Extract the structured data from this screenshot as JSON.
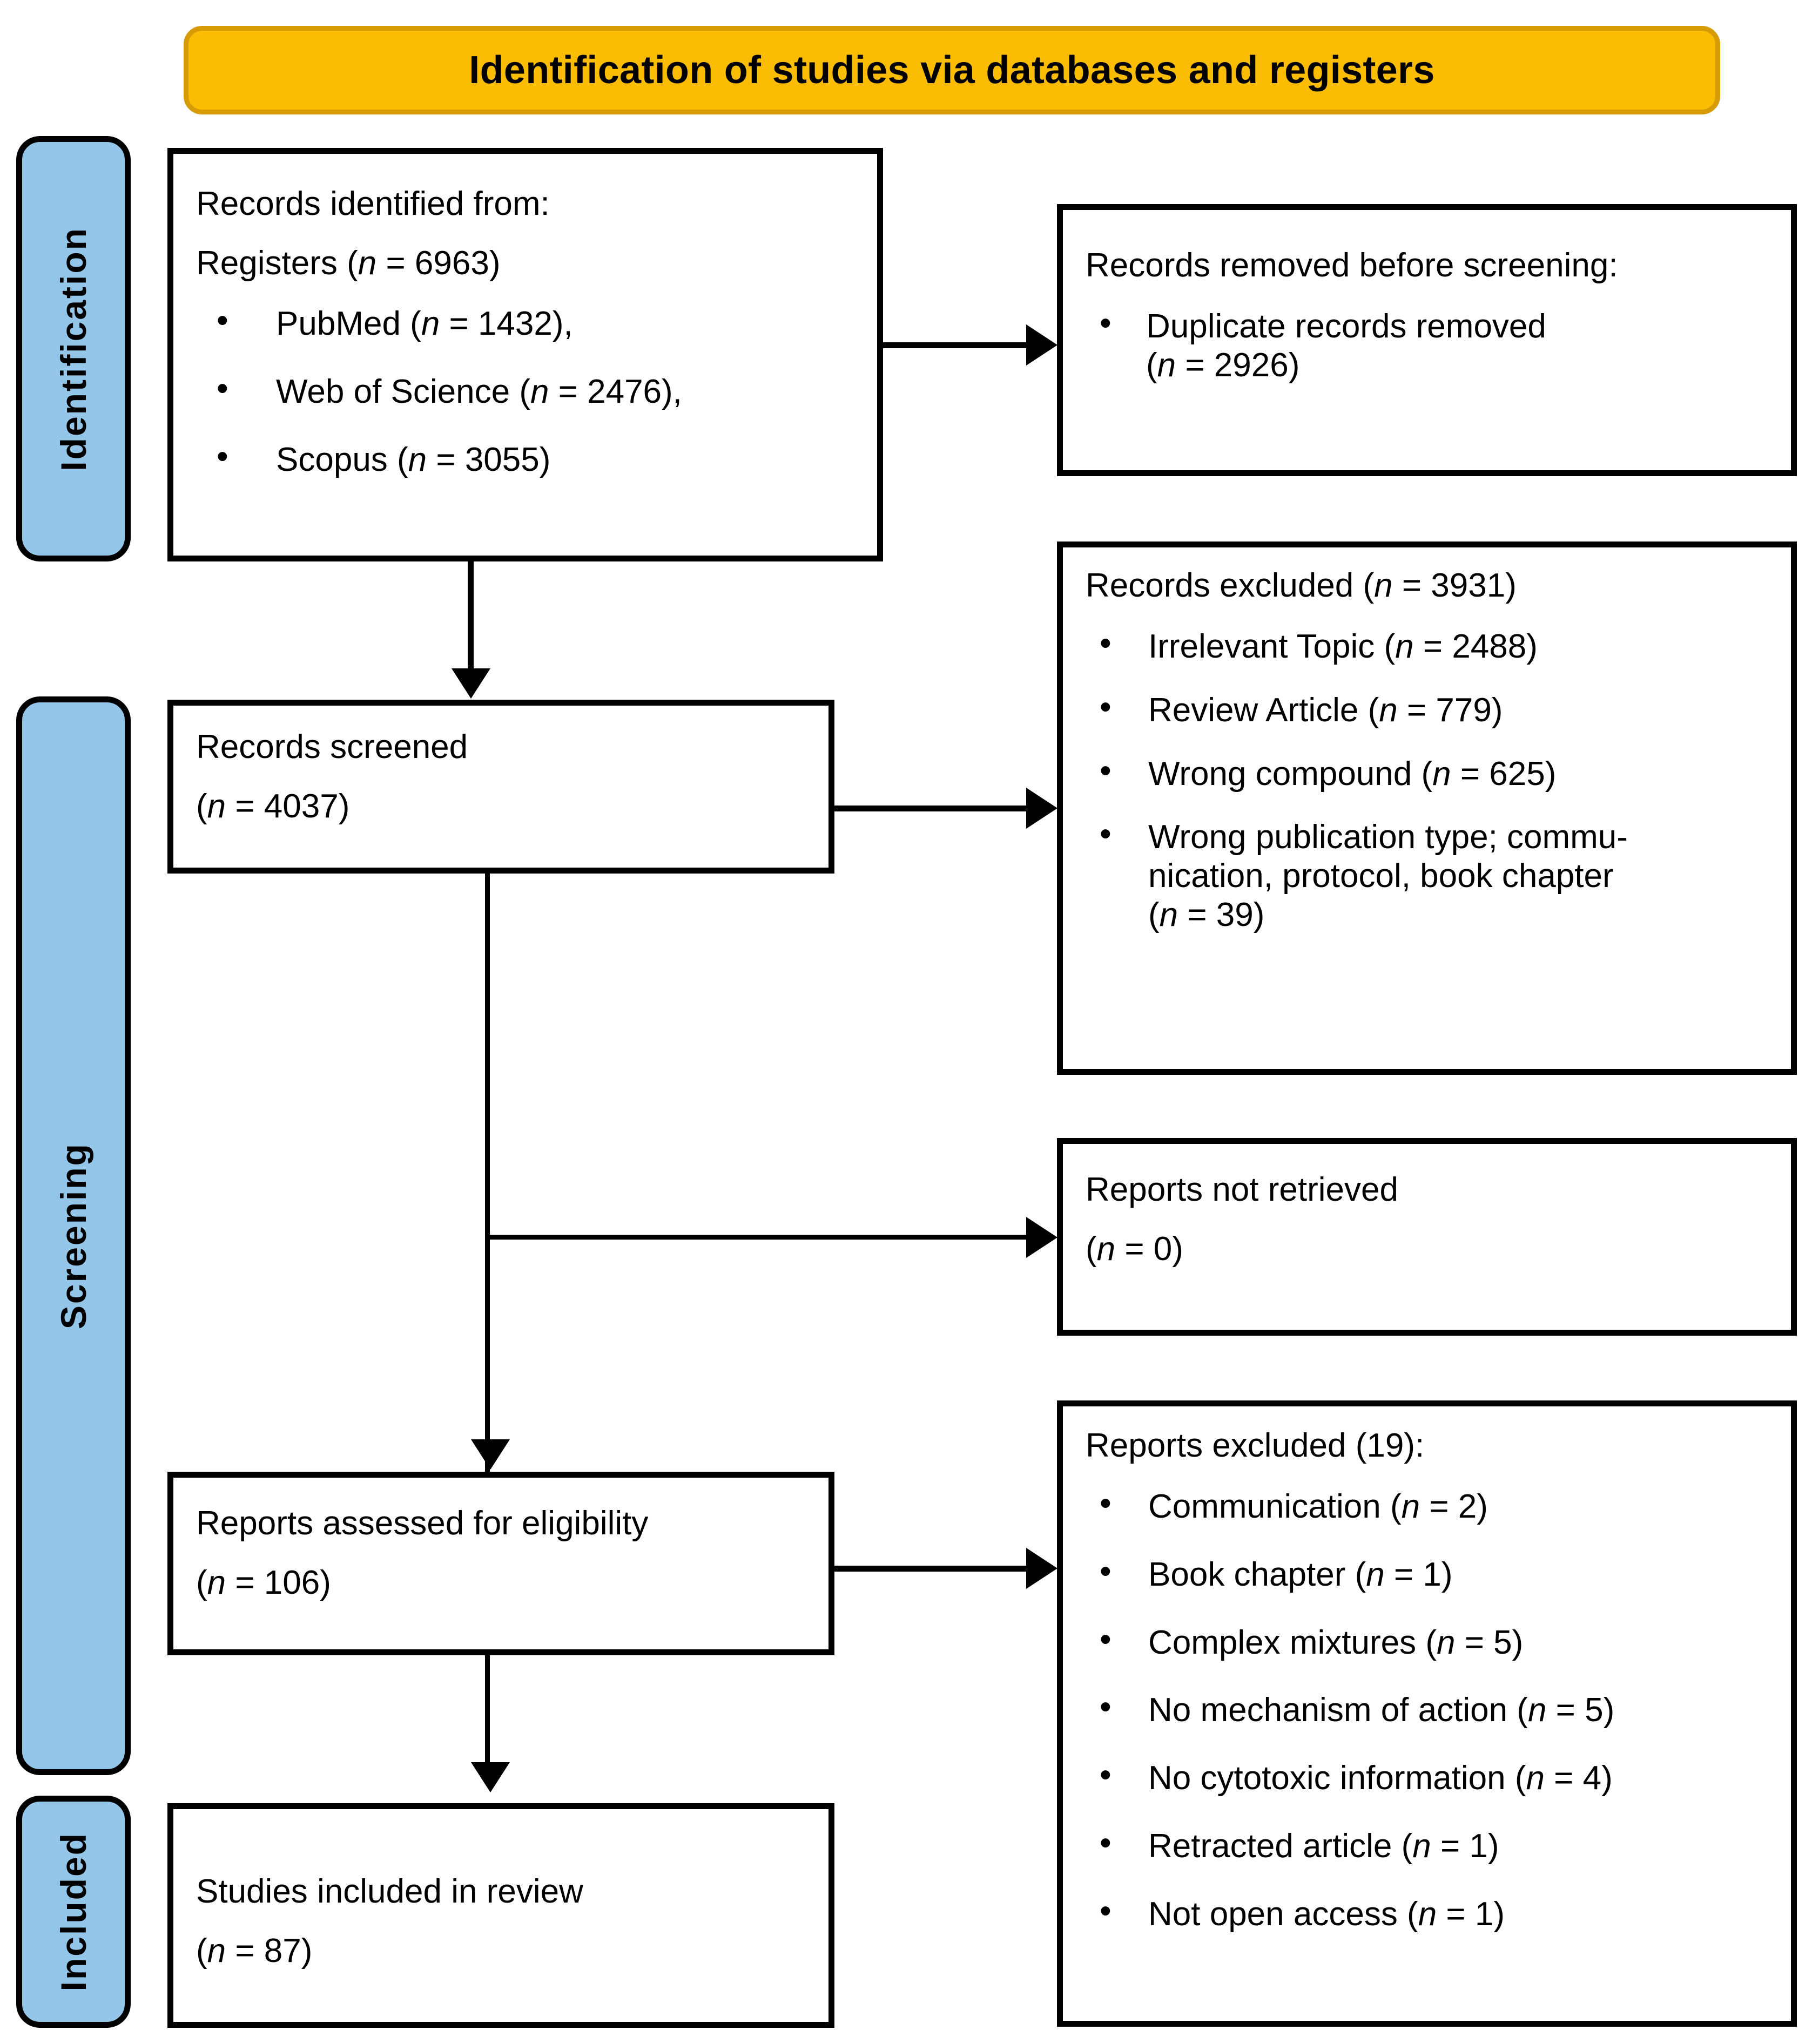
{
  "header": {
    "title": "Identification of studies via databases and registers"
  },
  "phases": [
    {
      "key": "identification",
      "label": "Identification"
    },
    {
      "key": "screening",
      "label": "Screening"
    },
    {
      "key": "included",
      "label": "Included"
    }
  ],
  "boxes": {
    "identified": {
      "line1": "Records identified from:",
      "line2_pre": "Registers (",
      "line2_n": "n",
      "line2_post": " = 6963)",
      "items": [
        {
          "label": "PubMed (",
          "n": "n",
          "value": " = 1432),"
        },
        {
          "label": "Web of Science (",
          "n": "n",
          "value": " = 2476),"
        },
        {
          "label": "Scopus (",
          "n": "n",
          "value": " = 3055)"
        }
      ]
    },
    "removed": {
      "title": "Records removed before screening:",
      "items": [
        {
          "label": "Duplicate records removed",
          "count_pre": "(",
          "count_n": "n",
          "count_post": " = 2926)"
        }
      ]
    },
    "screened": {
      "line1": "Records screened",
      "line2_pre": "(",
      "line2_n": "n",
      "line2_post": " = 4037)"
    },
    "excluded": {
      "title_pre": "Records excluded (",
      "title_n": "n",
      "title_post": " = 3931)",
      "items": [
        {
          "label": "Irrelevant Topic (",
          "n": "n",
          "value": " = 2488)"
        },
        {
          "label": "Review Article (",
          "n": "n",
          "value": " = 779)"
        },
        {
          "label": "Wrong compound (",
          "n": "n",
          "value": " = 625)"
        },
        {
          "label": "Wrong publication type; commu-",
          "line2": "nication, protocol, book chapter",
          "line3_pre": "(",
          "line3_n": "n",
          "line3_post": " = 39)"
        }
      ]
    },
    "not_retrieved": {
      "line1": "Reports not retrieved",
      "line2_pre": "(",
      "line2_n": "n",
      "line2_post": " = 0)"
    },
    "assessed": {
      "line1": "Reports assessed for eligibility",
      "line2_pre": "(",
      "line2_n": "n",
      "line2_post": " = 106)"
    },
    "reports_excluded": {
      "title": "Reports excluded (19):",
      "items": [
        {
          "label": "Communication (",
          "n": "n",
          "value": " = 2)"
        },
        {
          "label": "Book chapter (",
          "n": "n",
          "value": " = 1)"
        },
        {
          "label": "Complex mixtures (",
          "n": "n",
          "value": " = 5)"
        },
        {
          "label": "No mechanism of action (",
          "n": "n",
          "value": " = 5)"
        },
        {
          "label": "No cytotoxic information (",
          "n": "n",
          "value": " = 4)"
        },
        {
          "label": "Retracted article (",
          "n": "n",
          "value": " = 1)"
        },
        {
          "label": "Not open access (",
          "n": "n",
          "value": " = 1)"
        }
      ]
    },
    "included": {
      "line1": "Studies included in review",
      "line2_pre": "(",
      "line2_n": "n",
      "line2_post": " = 87)"
    }
  },
  "colors": {
    "banner_fill": "#FBBC04",
    "banner_border": "#D79B05",
    "phase_band_fill": "#93C6E8",
    "stroke": "#000000",
    "box_fill": "#FFFFFF"
  }
}
